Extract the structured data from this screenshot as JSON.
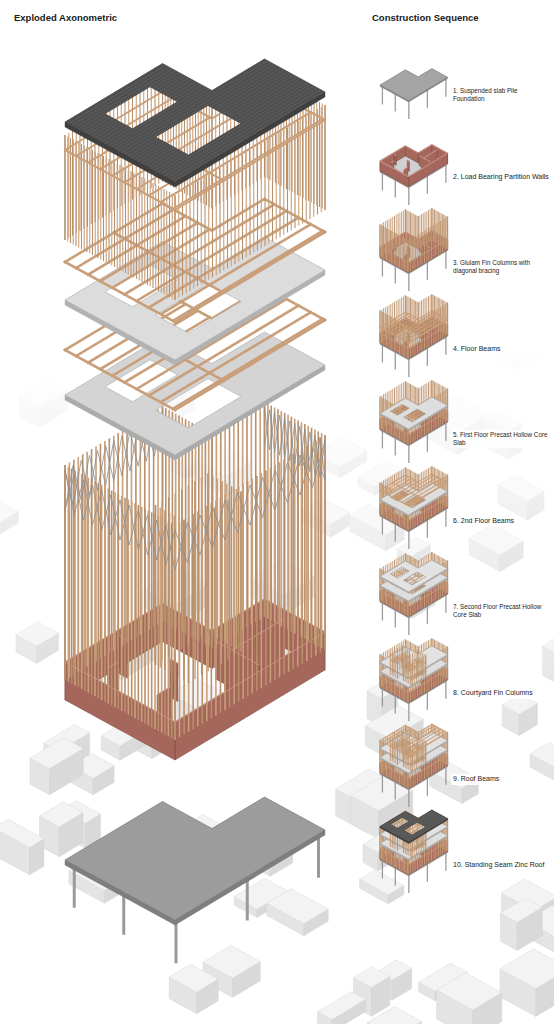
{
  "diagram": {
    "labels": [
      "Exploded Axonometric",
      "Construction Sequence",
      "1. Suspended slab Pile Foundation",
      "2. Load Bearing Partition Walls",
      "3. Glulam Fin Columns with diagonal bracing",
      "4. Floor Beams",
      "5. First Floor Precast Hollow Core Slab",
      "6. 2nd Floor Beams",
      "7. Second Floor Precast Hollow Core Slab",
      "8. Courtyard Fin Columns",
      "9. Roof Beams",
      "10. Standing Seam Zinc Roof"
    ]
  }
}
